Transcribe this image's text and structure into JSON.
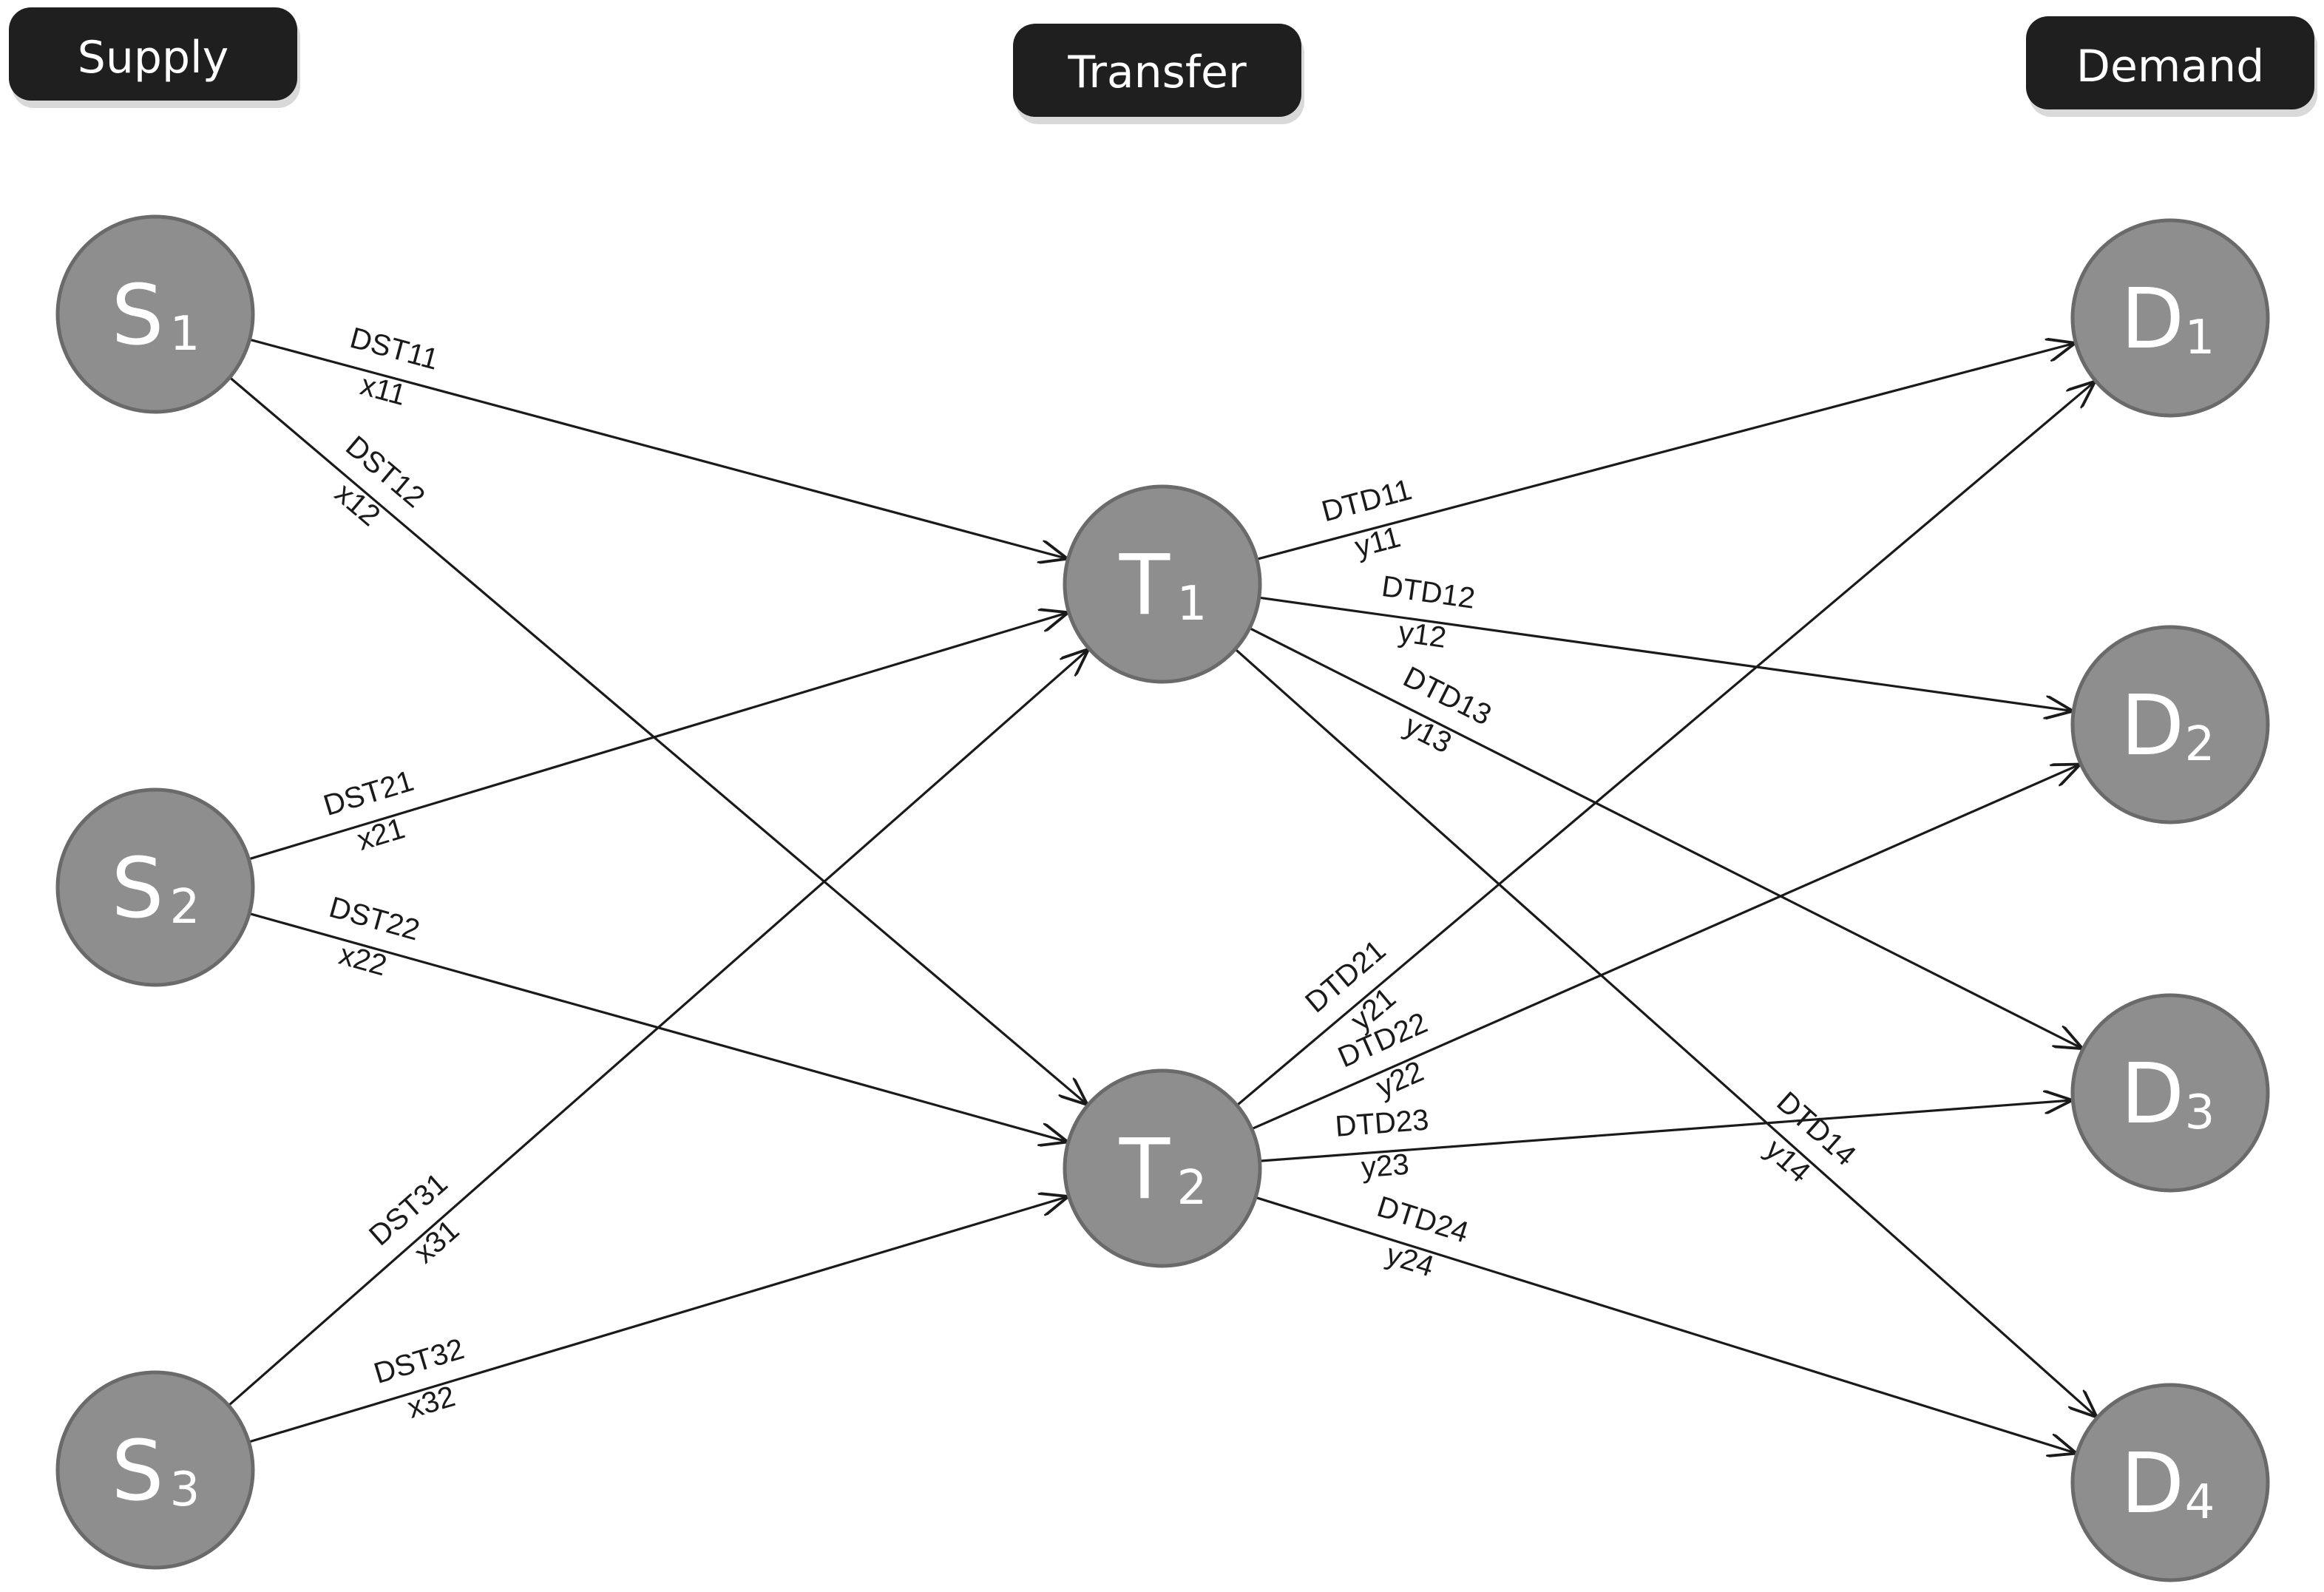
{
  "headers": {
    "supply": "Supply",
    "transfer": "Transfer",
    "demand": "Demand"
  },
  "nodes": [
    {
      "id": "S1",
      "letter": "S",
      "sub": "1",
      "group": "supply"
    },
    {
      "id": "S2",
      "letter": "S",
      "sub": "2",
      "group": "supply"
    },
    {
      "id": "S3",
      "letter": "S",
      "sub": "3",
      "group": "supply"
    },
    {
      "id": "T1",
      "letter": "T",
      "sub": "1",
      "group": "transfer"
    },
    {
      "id": "T2",
      "letter": "T",
      "sub": "2",
      "group": "transfer"
    },
    {
      "id": "D1",
      "letter": "D",
      "sub": "1",
      "group": "demand"
    },
    {
      "id": "D2",
      "letter": "D",
      "sub": "2",
      "group": "demand"
    },
    {
      "id": "D3",
      "letter": "D",
      "sub": "3",
      "group": "demand"
    },
    {
      "id": "D4",
      "letter": "D",
      "sub": "4",
      "group": "demand"
    }
  ],
  "edges": [
    {
      "from": "S1",
      "to": "T1",
      "flow": "x11",
      "distance": "DST11"
    },
    {
      "from": "S1",
      "to": "T2",
      "flow": "x12",
      "distance": "DST12"
    },
    {
      "from": "S2",
      "to": "T1",
      "flow": "x21",
      "distance": "DST21"
    },
    {
      "from": "S2",
      "to": "T2",
      "flow": "x22",
      "distance": "DST22"
    },
    {
      "from": "S3",
      "to": "T1",
      "flow": "x31",
      "distance": "DST31"
    },
    {
      "from": "S3",
      "to": "T2",
      "flow": "x32",
      "distance": "DST32"
    },
    {
      "from": "T1",
      "to": "D1",
      "flow": "y11",
      "distance": "DTD11"
    },
    {
      "from": "T1",
      "to": "D2",
      "flow": "y12",
      "distance": "DTD12"
    },
    {
      "from": "T1",
      "to": "D3",
      "flow": "y13",
      "distance": "DTD13"
    },
    {
      "from": "T1",
      "to": "D4",
      "flow": "y14",
      "distance": "DTD14"
    },
    {
      "from": "T2",
      "to": "D1",
      "flow": "y21",
      "distance": "DTD21"
    },
    {
      "from": "T2",
      "to": "D2",
      "flow": "y22",
      "distance": "DTD22"
    },
    {
      "from": "T2",
      "to": "D3",
      "flow": "y23",
      "distance": "DTD23"
    },
    {
      "from": "T2",
      "to": "D4",
      "flow": "y24",
      "distance": "DTD24"
    }
  ],
  "colors": {
    "node_fill": "#8e8e8e",
    "header_fill": "#1f1f1f",
    "line": "#1a1a1a"
  }
}
